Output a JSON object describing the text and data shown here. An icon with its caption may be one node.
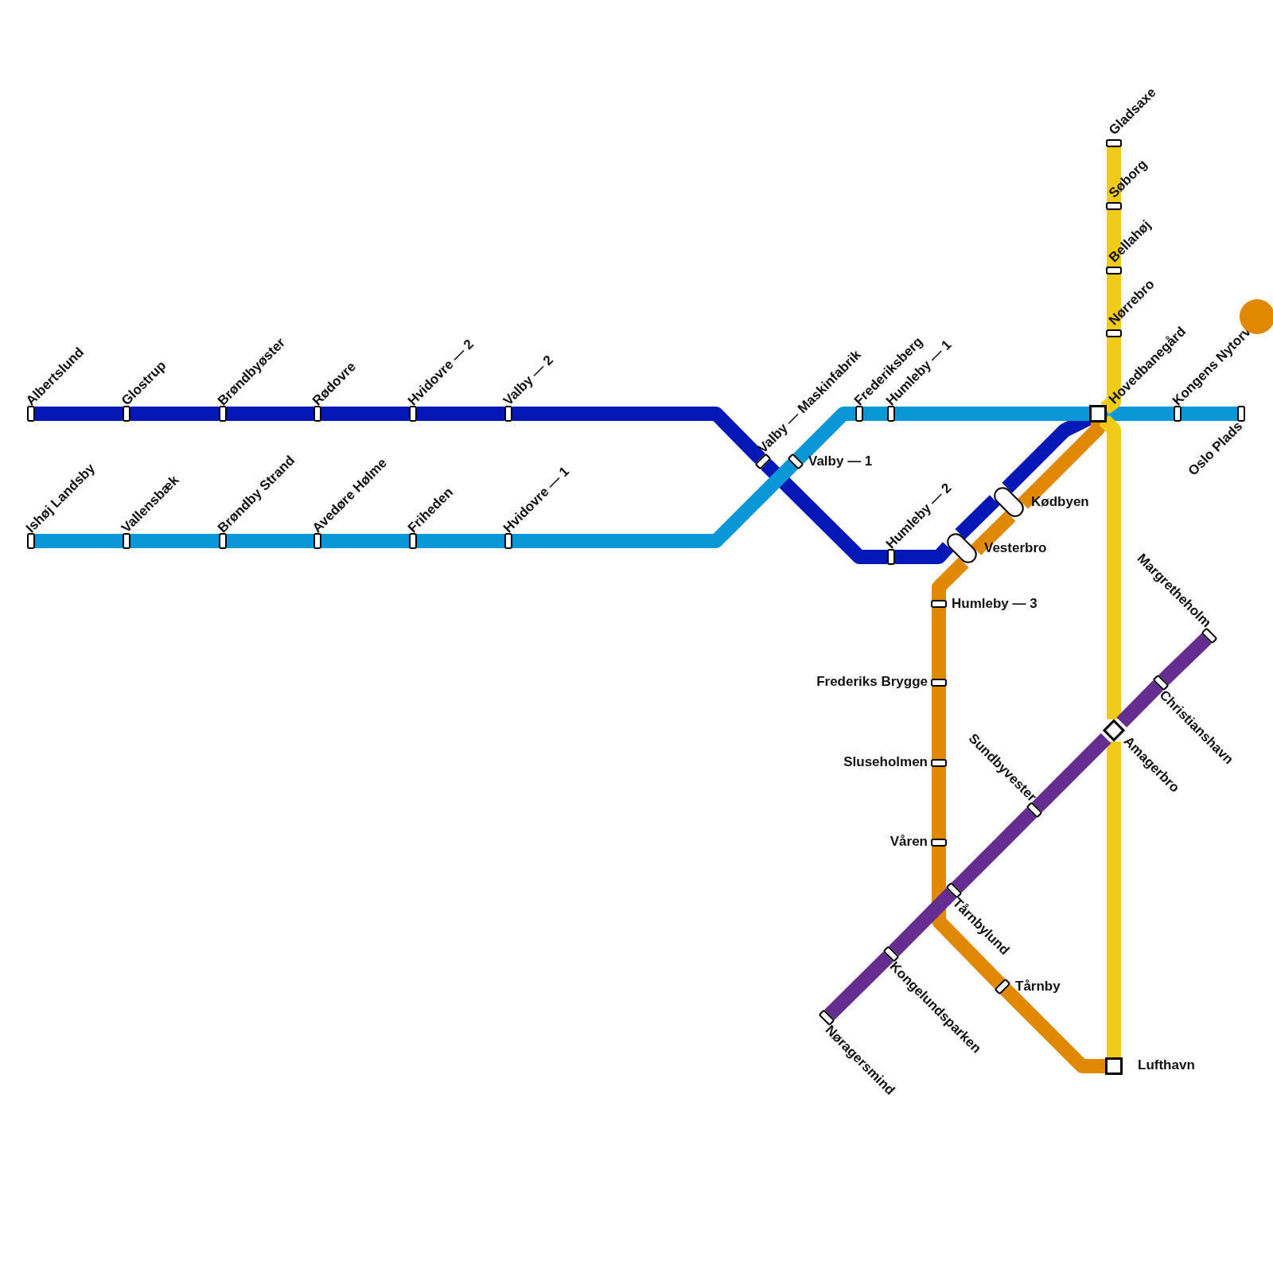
{
  "diagram": {
    "nodes": [
      {
        "text": [
          "Albertslund"
        ]
      },
      {
        "text": [
          "Glostrup"
        ]
      },
      {
        "text": [
          "Brøndbyøster"
        ]
      },
      {
        "text": [
          "Rødovre"
        ]
      },
      {
        "text": [
          "Hvidovre — 2"
        ]
      },
      {
        "text": [
          "Valby — 2"
        ]
      },
      {
        "text": [
          "Ishøj Landsby"
        ]
      },
      {
        "text": [
          "Vallensbæk"
        ]
      },
      {
        "text": [
          "Brøndby Strand"
        ]
      },
      {
        "text": [
          "Avedøre Hølme"
        ]
      },
      {
        "text": [
          "Friheden"
        ]
      },
      {
        "text": [
          "Hvidovre — 1"
        ]
      },
      {
        "text": [
          "Valby — Maskinfabrik"
        ]
      },
      {
        "text": [
          "Valby — 1"
        ]
      },
      {
        "text": [
          "Frederiksberg"
        ]
      },
      {
        "text": [
          "Humleby — 1"
        ]
      },
      {
        "text": [
          "Humleby — 2"
        ]
      },
      {
        "text": [
          "Vesterbro"
        ]
      },
      {
        "text": [
          "Kødbyen"
        ]
      },
      {
        "text": [
          "Gladsaxe"
        ]
      },
      {
        "text": [
          "Søborg"
        ]
      },
      {
        "text": [
          "Bellahøj"
        ]
      },
      {
        "text": [
          "Nørrebro"
        ]
      },
      {
        "text": [
          "Hovedbanegård"
        ]
      },
      {
        "text": [
          "Kongens Nytorv"
        ]
      },
      {
        "text": [
          "Oslo Plads"
        ]
      },
      {
        "text": [
          "Humleby — 3"
        ]
      },
      {
        "text": [
          "Frederiks Brygge"
        ]
      },
      {
        "text": [
          "Sluseholmen"
        ]
      },
      {
        "text": [
          "Våren"
        ]
      },
      {
        "text": [
          "Tårnby"
        ]
      },
      {
        "text": [
          "Lufthavn"
        ]
      },
      {
        "text": [
          "Margretheholm"
        ]
      },
      {
        "text": [
          "Christianshavn"
        ]
      },
      {
        "text": [
          "Amagerbro"
        ]
      },
      {
        "text": [
          "Sundbyvester"
        ]
      },
      {
        "text": [
          "Tårnbylund"
        ]
      },
      {
        "text": [
          "Kongelundsparken"
        ]
      },
      {
        "text": [
          "Nøragersmind"
        ]
      },
      {
        "text": [],
        "shape": "circle"
      }
    ],
    "edges": [
      {
        "from": 0,
        "to": 1,
        "arrow": "none",
        "color": "#0418b8"
      },
      {
        "from": 1,
        "to": 2,
        "arrow": "none",
        "color": "#0418b8"
      },
      {
        "from": 2,
        "to": 3,
        "arrow": "none",
        "color": "#0418b8"
      },
      {
        "from": 3,
        "to": 4,
        "arrow": "none",
        "color": "#0418b8"
      },
      {
        "from": 4,
        "to": 5,
        "arrow": "none",
        "color": "#0418b8"
      },
      {
        "from": 5,
        "to": 12,
        "arrow": "none",
        "color": "#0418b8"
      },
      {
        "from": 12,
        "to": 16,
        "arrow": "none",
        "color": "#0418b8"
      },
      {
        "from": 16,
        "to": 17,
        "arrow": "none",
        "color": "#0418b8"
      },
      {
        "from": 17,
        "to": 18,
        "arrow": "none",
        "color": "#0418b8"
      },
      {
        "from": 18,
        "to": 23,
        "arrow": "none",
        "color": "#0418b8"
      },
      {
        "from": 6,
        "to": 7,
        "arrow": "none",
        "color": "#0898d8"
      },
      {
        "from": 7,
        "to": 8,
        "arrow": "none",
        "color": "#0898d8"
      },
      {
        "from": 8,
        "to": 9,
        "arrow": "none",
        "color": "#0898d8"
      },
      {
        "from": 9,
        "to": 10,
        "arrow": "none",
        "color": "#0898d8"
      },
      {
        "from": 10,
        "to": 11,
        "arrow": "none",
        "color": "#0898d8"
      },
      {
        "from": 11,
        "to": 13,
        "arrow": "none",
        "color": "#0898d8"
      },
      {
        "from": 13,
        "to": 14,
        "arrow": "none",
        "color": "#0898d8"
      },
      {
        "from": 14,
        "to": 15,
        "arrow": "none",
        "color": "#0898d8"
      },
      {
        "from": 15,
        "to": 23,
        "arrow": "none",
        "color": "#0898d8"
      },
      {
        "from": 23,
        "to": 24,
        "arrow": "none",
        "color": "#0898d8"
      },
      {
        "from": 24,
        "to": 25,
        "arrow": "none",
        "color": "#0898d8"
      },
      {
        "from": 23,
        "to": 18,
        "arrow": "none",
        "color": "#df8800"
      },
      {
        "from": 18,
        "to": 17,
        "arrow": "none",
        "color": "#df8800"
      },
      {
        "from": 17,
        "to": 26,
        "arrow": "none",
        "color": "#df8800"
      },
      {
        "from": 26,
        "to": 27,
        "arrow": "none",
        "color": "#df8800"
      },
      {
        "from": 27,
        "to": 28,
        "arrow": "none",
        "color": "#df8800"
      },
      {
        "from": 28,
        "to": 29,
        "arrow": "none",
        "color": "#df8800"
      },
      {
        "from": 29,
        "to": 30,
        "arrow": "none",
        "color": "#df8800"
      },
      {
        "from": 30,
        "to": 31,
        "arrow": "none",
        "color": "#df8800"
      },
      {
        "from": 19,
        "to": 20,
        "arrow": "none",
        "color": "#f0cc18"
      },
      {
        "from": 20,
        "to": 21,
        "arrow": "none",
        "color": "#f0cc18"
      },
      {
        "from": 21,
        "to": 22,
        "arrow": "none",
        "color": "#f0cc18"
      },
      {
        "from": 22,
        "to": 23,
        "arrow": "none",
        "color": "#f0cc18"
      },
      {
        "from": 23,
        "to": 34,
        "arrow": "none",
        "color": "#f0cc18"
      },
      {
        "from": 34,
        "to": 31,
        "arrow": "none",
        "color": "#f0cc18"
      },
      {
        "from": 32,
        "to": 33,
        "arrow": "none",
        "color": "#662d91"
      },
      {
        "from": 33,
        "to": 34,
        "arrow": "none",
        "color": "#662d91"
      },
      {
        "from": 34,
        "to": 35,
        "arrow": "none",
        "color": "#662d91"
      },
      {
        "from": 35,
        "to": 36,
        "arrow": "none",
        "color": "#662d91"
      },
      {
        "from": 36,
        "to": 37,
        "arrow": "none",
        "color": "#662d91"
      },
      {
        "from": 37,
        "to": 38,
        "arrow": "none",
        "color": "#662d91"
      }
    ]
  }
}
